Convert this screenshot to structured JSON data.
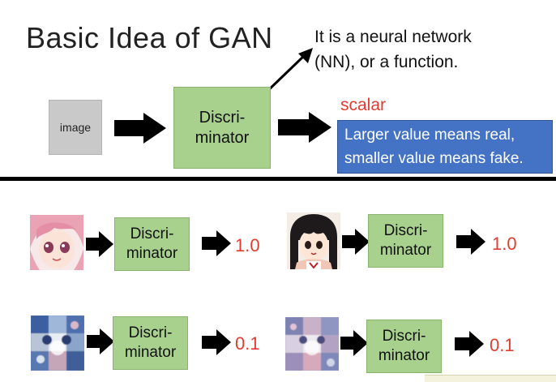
{
  "title": "Basic Idea of GAN",
  "note": "It is a neural network\n(NN), or a function.",
  "top": {
    "image_label": "image",
    "discriminator_label": "Discri-\nminator",
    "scalar_label": "scalar",
    "meaning": "Larger value means real,\nsmaller value means fake."
  },
  "examples": [
    {
      "image": "anime-girl-pink-hair",
      "discriminator_label": "Discri-\nminator",
      "output": "1.0"
    },
    {
      "image": "anime-girl-black-hair",
      "discriminator_label": "Discri-\nminator",
      "output": "1.0"
    },
    {
      "image": "noisy-generated-image",
      "discriminator_label": "Discri-\nminator",
      "output": "0.1"
    },
    {
      "image": "noisy-generated-image",
      "discriminator_label": "Discri-\nminator",
      "output": "0.1"
    }
  ],
  "colors": {
    "discriminator_fill": "#a9d18e",
    "image_fill": "#c9c9c9",
    "scalar_red": "#e03c31",
    "meaning_blue": "#4472c4"
  }
}
